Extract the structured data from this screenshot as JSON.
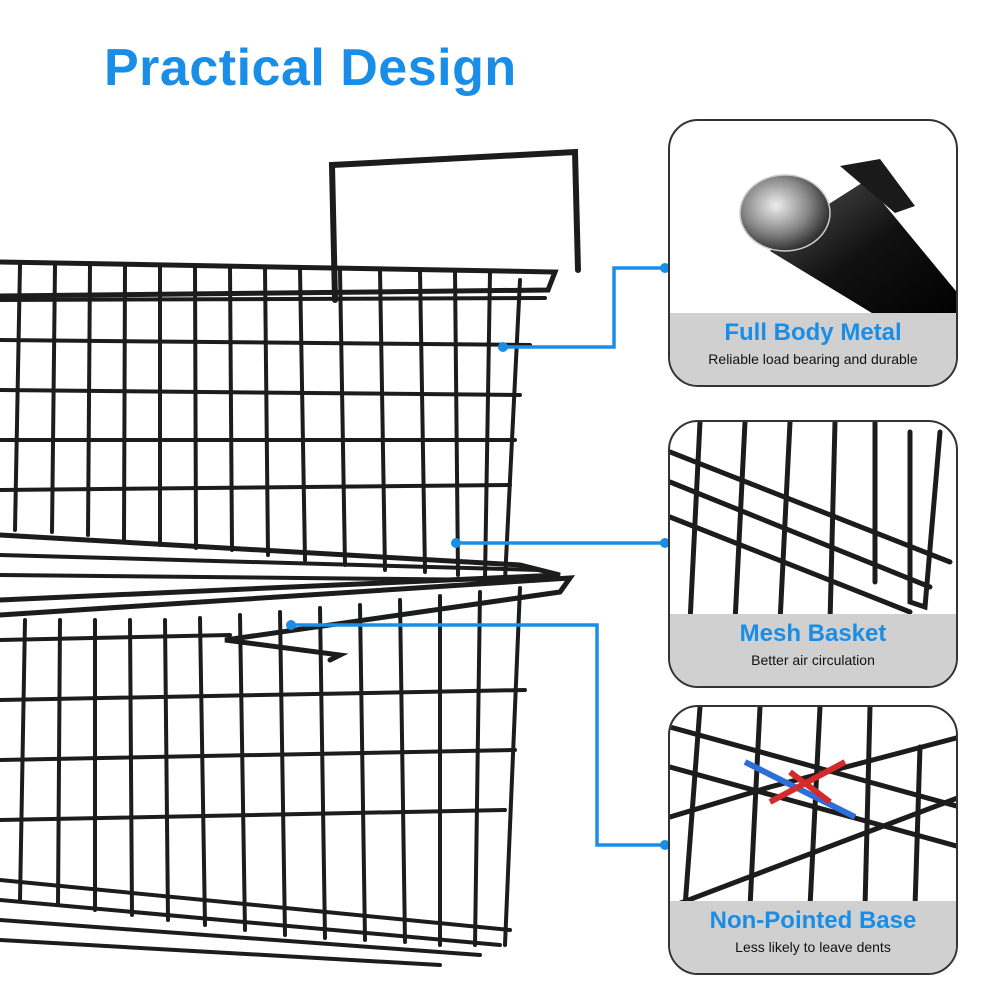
{
  "heading": {
    "title": "Practical Design",
    "color": "#1a8ee6"
  },
  "features": [
    {
      "title": "Full Body Metal",
      "subtitle": "Reliable load bearing and durable",
      "image": "metal-rod-closeup"
    },
    {
      "title": "Mesh Basket",
      "subtitle": "Better air circulation",
      "image": "wire-mesh-closeup"
    },
    {
      "title": "Non-Pointed Base",
      "subtitle": "Less likely to leave dents",
      "image": "wire-base-closeup"
    }
  ],
  "colors": {
    "accent": "#1a8ee6",
    "caption_bg": "#d0d0d0",
    "wire": "#1c1c1c",
    "highlight_red": "#d42a2a",
    "highlight_blue": "#2d6fd6"
  }
}
